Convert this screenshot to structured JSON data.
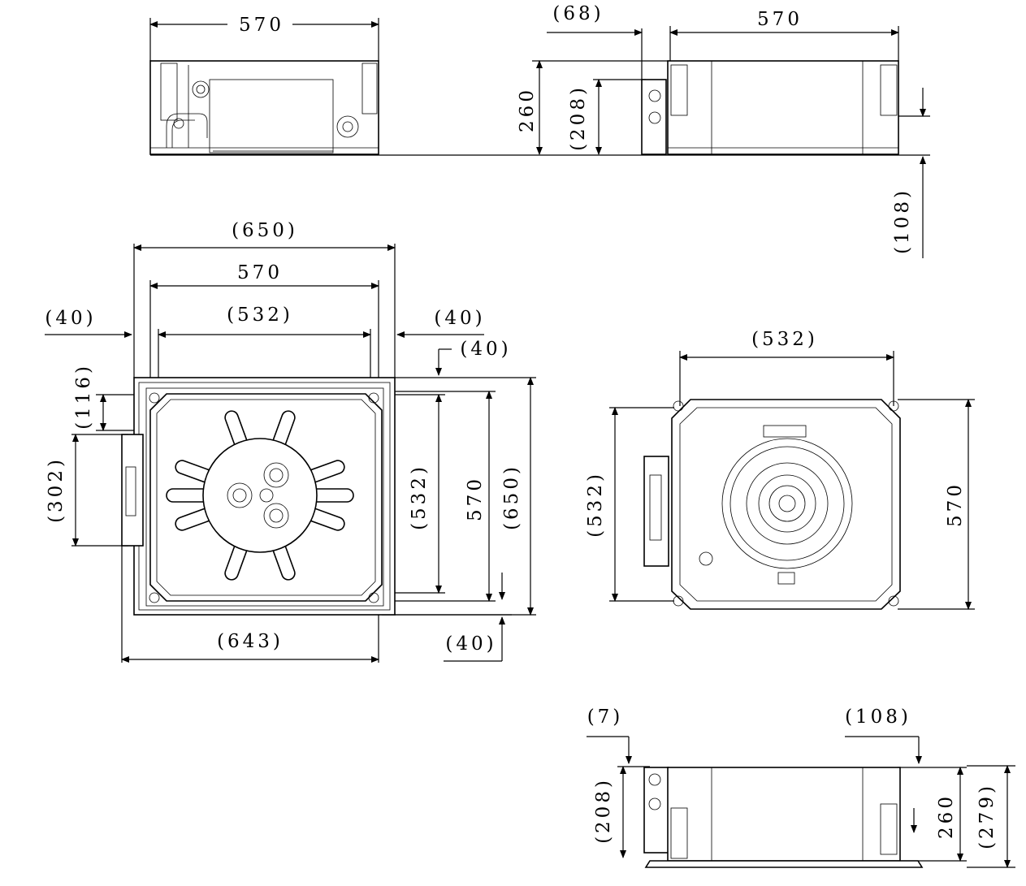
{
  "drawing": {
    "views": {
      "top_front": {
        "width_label": "570"
      },
      "top_side": {
        "width_label": "570",
        "offset_label": "(68)",
        "height_label": "260",
        "inner_height_label": "(208)",
        "drop_label": "(108)"
      },
      "plan": {
        "overall_label": "(650)",
        "body_label": "570",
        "inner_label": "(532)",
        "left_margin_label": "(40)",
        "right_margin_label": "(40)",
        "top_margin_label": "(40)",
        "corner_label": "(116)",
        "box_label": "(302)",
        "bottom_width_label": "(643)",
        "bottom_margin_label": "(40)",
        "vert_inner_label": "(532)",
        "vert_body_label": "570",
        "vert_overall_label": "(650)"
      },
      "bottom_view": {
        "width_label": "(532)",
        "height_inner_label": "(532)",
        "height_label": "570"
      },
      "bottom_side": {
        "left_offset_label": "(7)",
        "right_offset_label": "(108)",
        "inner_height_label": "(208)",
        "height_label": "260",
        "overall_height_label": "(279)"
      }
    }
  }
}
